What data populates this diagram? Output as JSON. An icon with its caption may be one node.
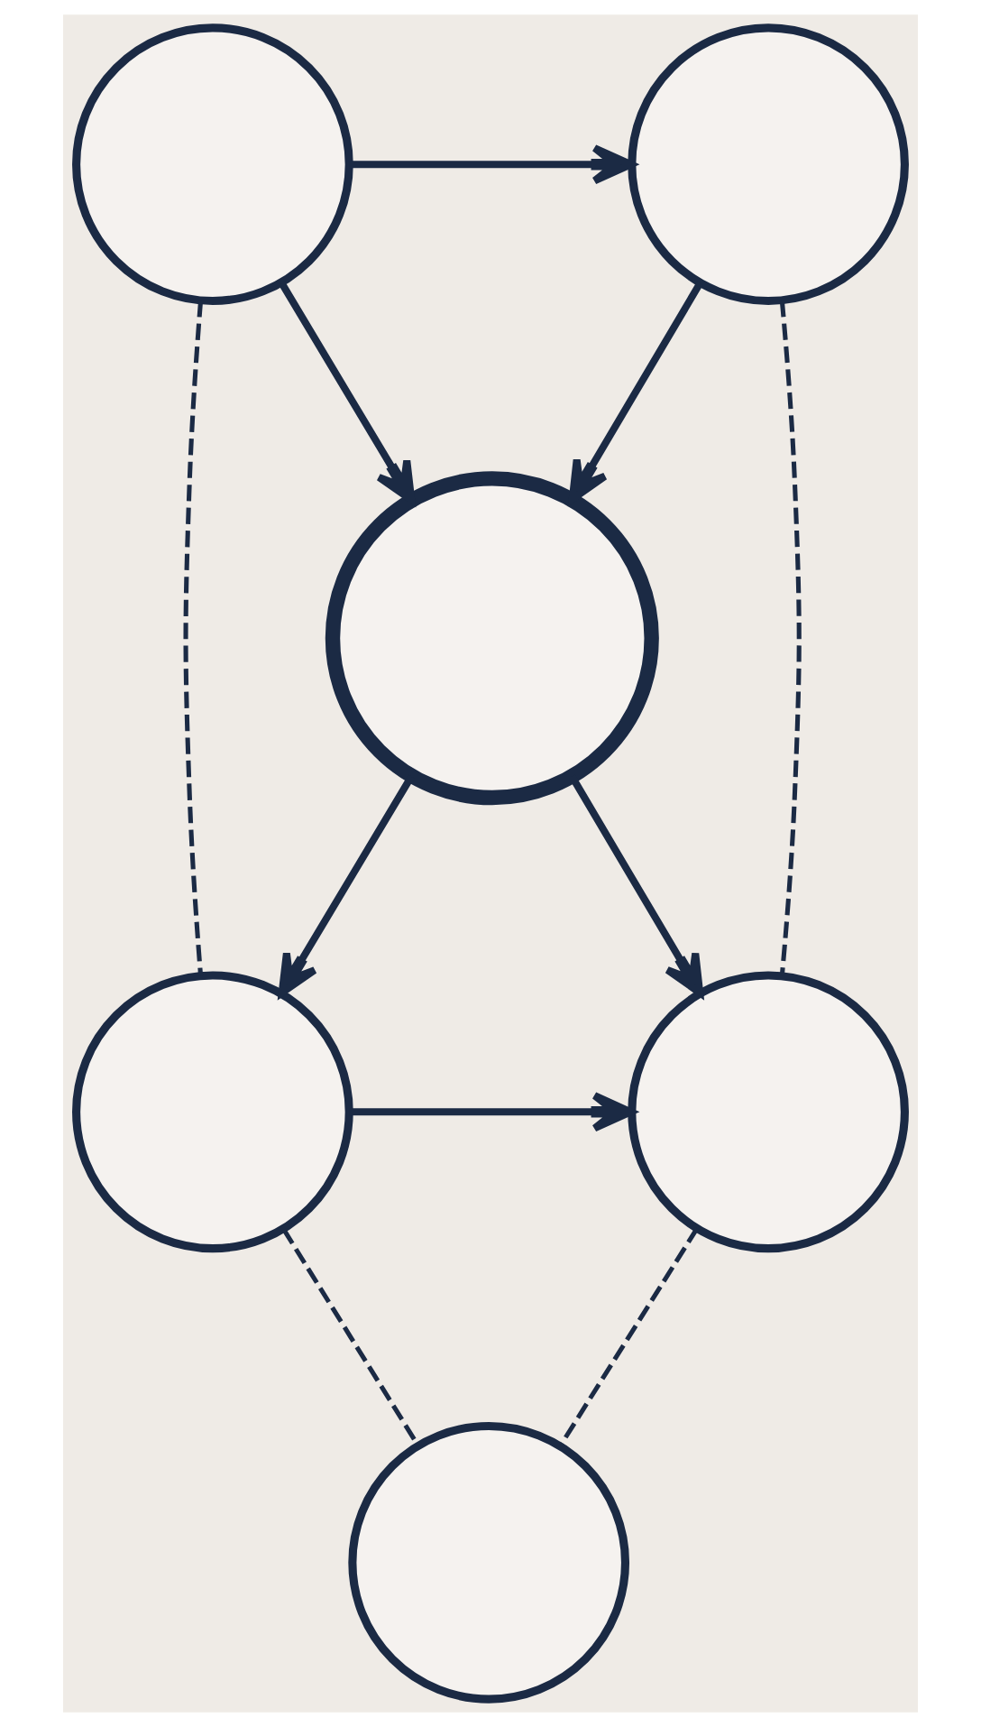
{
  "diagram": {
    "nodes": [
      {
        "text": [],
        "shape": "circle"
      },
      {
        "text": [],
        "shape": "circle"
      },
      {
        "text": [],
        "shape": "circle"
      },
      {
        "text": [],
        "shape": "circle"
      },
      {
        "text": [],
        "shape": "circle"
      },
      {
        "text": [],
        "shape": "circle"
      }
    ],
    "edges": [
      {
        "from": 0,
        "to": 1,
        "arrow": "to"
      },
      {
        "from": 0,
        "to": 2,
        "arrow": "to"
      },
      {
        "from": 1,
        "to": 2,
        "arrow": "to"
      },
      {
        "from": 2,
        "to": 3,
        "arrow": "to"
      },
      {
        "from": 2,
        "to": 4,
        "arrow": "to"
      },
      {
        "from": 3,
        "to": 4,
        "arrow": "to"
      },
      {
        "from": 0,
        "to": 3,
        "arrow": "none",
        "style": "dashed"
      },
      {
        "from": 1,
        "to": 4,
        "arrow": "none",
        "style": "dashed"
      },
      {
        "from": 3,
        "to": 5,
        "arrow": "none",
        "style": "dashed"
      },
      {
        "from": 4,
        "to": 5,
        "arrow": "none",
        "style": "dashed"
      }
    ]
  }
}
